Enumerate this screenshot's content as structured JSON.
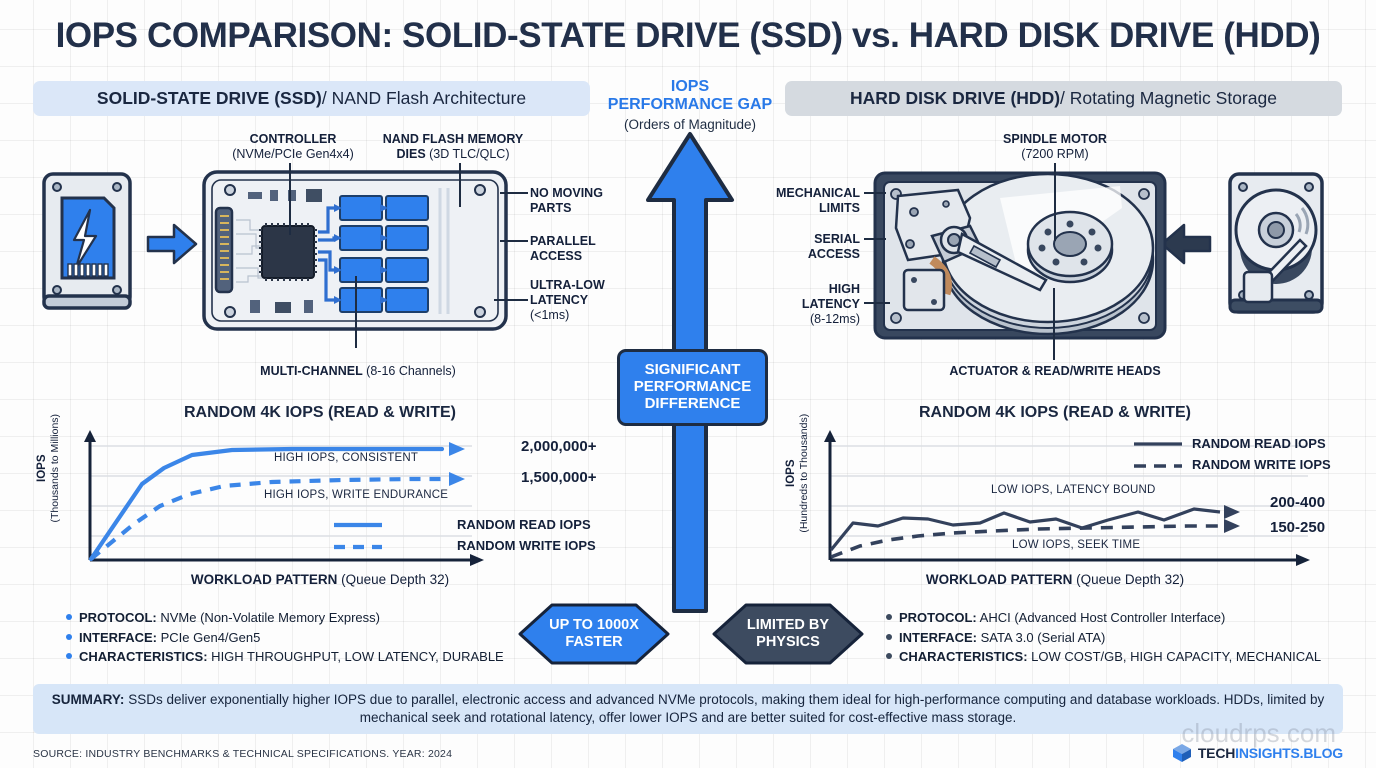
{
  "title": "IOPS COMPARISON: SOLID-STATE DRIVE (SSD) vs. HARD DISK DRIVE (HDD)",
  "ssd_header": {
    "bold": "SOLID-STATE DRIVE (SSD)",
    "sub": " / NAND Flash Architecture"
  },
  "hdd_header": {
    "bold": "HARD DISK DRIVE (HDD)",
    "sub": " / Rotating Magnetic Storage"
  },
  "gap": {
    "line1": "IOPS",
    "line2": "PERFORMANCE GAP",
    "line3": "(Orders of Magnitude)",
    "badge": "SIGNIFICANT PERFORMANCE DIFFERENCE"
  },
  "ssd_diagram": {
    "controller_title": "CONTROLLER",
    "controller_sub": "(NVMe/PCIe Gen4x4)",
    "nand_title": "NAND FLASH MEMORY",
    "nand_sub_bold": "DIES",
    "nand_sub": " (3D TLC/QLC)",
    "multichannel_bold": "MULTI-CHANNEL",
    "multichannel_sub": " (8-16 Channels)",
    "callouts": [
      {
        "l1": "NO MOVING",
        "l2": "PARTS",
        "l3": ""
      },
      {
        "l1": "PARALLEL",
        "l2": "ACCESS",
        "l3": ""
      },
      {
        "l1": "ULTRA-LOW",
        "l2": "LATENCY",
        "l3": "(<1ms)"
      }
    ]
  },
  "hdd_diagram": {
    "spindle_title": "SPINDLE MOTOR",
    "spindle_sub": "(7200 RPM)",
    "actuator_label": "ACTUATOR & READ/WRITE HEADS",
    "callouts": [
      {
        "l1": "MECHANICAL",
        "l2": "LIMITS",
        "l3": ""
      },
      {
        "l1": "SERIAL",
        "l2": "ACCESS",
        "l3": ""
      },
      {
        "l1": "HIGH",
        "l2": "LATENCY",
        "l3": "(8-12ms)"
      }
    ]
  },
  "ssd_bullets": [
    {
      "label": "PROTOCOL:",
      "value": " NVMe (Non-Volatile Memory Express)"
    },
    {
      "label": "INTERFACE:",
      "value": " PCIe Gen4/Gen5"
    },
    {
      "label": "CHARACTERISTICS:",
      "value": " HIGH THROUGHPUT, LOW LATENCY, DURABLE"
    }
  ],
  "hdd_bullets": [
    {
      "label": "PROTOCOL:",
      "value": " AHCI (Advanced Host Controller Interface)"
    },
    {
      "label": "INTERFACE:",
      "value": " SATA 3.0 (Serial ATA)"
    },
    {
      "label": "CHARACTERISTICS:",
      "value": " LOW COST/GB, HIGH CAPACITY, MECHANICAL"
    }
  ],
  "banners": {
    "left": "UP TO 1000X FASTER",
    "right": "LIMITED BY PHYSICS"
  },
  "summary": {
    "label": "SUMMARY:",
    "text": " SSDs deliver exponentially higher IOPS due to parallel, electronic access and advanced NVMe protocols, making them ideal for high-performance computing and database workloads. HDDs, limited by mechanical seek and rotational latency, offer lower IOPS and are better suited for cost-effective mass storage."
  },
  "footer": {
    "source": "SOURCE: INDUSTRY BENCHMARKS & TECHNICAL SPECIFICATIONS. YEAR: 2024",
    "brand_a": "TECH",
    "brand_b": "INSIGHTS.BLOG",
    "watermark": "cloudrps.com"
  },
  "colors": {
    "accent_blue": "#2f80ed",
    "dark_navy": "#1e2c42",
    "header_blue_bg": "#dbe7f8",
    "header_gray_bg": "#d5dae0",
    "summary_bg": "#d7e6f8"
  },
  "chart_data": [
    {
      "type": "line",
      "id": "ssd-chart",
      "title": "RANDOM 4K IOPS (READ & WRITE)",
      "xlabel_bold": "WORKLOAD PATTERN",
      "xlabel_sub": " (Queue Depth 32)",
      "ylabel_bold": "IOPS",
      "ylabel_sub": "(Thousands to Millions)",
      "grid": true,
      "legend": [
        "RANDOM READ IOPS",
        "RANDOM WRITE IOPS"
      ],
      "legend_position": "inside-right",
      "annotations": [
        "HIGH IOPS, CONSISTENT",
        "HIGH IOPS, WRITE ENDURANCE"
      ],
      "end_labels": [
        "2,000,000+",
        "1,500,000+"
      ],
      "x": [
        0,
        1,
        2,
        3,
        4,
        5,
        6,
        7,
        8,
        9,
        10,
        11,
        12
      ],
      "ylim": [
        0,
        100
      ],
      "series": [
        {
          "name": "RANDOM READ IOPS",
          "style": "solid",
          "color": "#3b86e8",
          "end_label": "2,000,000+",
          "values": [
            0,
            42,
            70,
            82,
            86,
            88,
            89,
            89.5,
            90,
            90,
            90,
            90,
            90
          ]
        },
        {
          "name": "RANDOM WRITE IOPS",
          "style": "dashed",
          "color": "#3b86e8",
          "end_label": "1,500,000+",
          "values": [
            0,
            19,
            33,
            44,
            52,
            57,
            60,
            62,
            63,
            64,
            64.5,
            65,
            65
          ]
        }
      ]
    },
    {
      "type": "line",
      "id": "hdd-chart",
      "title": "RANDOM 4K IOPS (READ & WRITE)",
      "xlabel_bold": "WORKLOAD PATTERN",
      "xlabel_sub": " (Queue Depth 32)",
      "ylabel_bold": "IOPS",
      "ylabel_sub": "(Hundreds to Thousands)",
      "grid": true,
      "legend": [
        "RANDOM READ IOPS",
        "RANDOM WRITE IOPS"
      ],
      "legend_position": "top-right",
      "annotations": [
        "LOW IOPS, LATENCY BOUND",
        "LOW IOPS, SEEK TIME"
      ],
      "end_labels": [
        "200-400",
        "150-250"
      ],
      "x": [
        0,
        1,
        2,
        3,
        4,
        5,
        6,
        7,
        8,
        9,
        10,
        11,
        12,
        13,
        14,
        15,
        16
      ],
      "ylim": [
        0,
        100
      ],
      "series": [
        {
          "name": "RANDOM READ IOPS",
          "style": "solid",
          "color": "#33415c",
          "end_label": "200-400",
          "values": [
            13,
            31,
            28,
            36,
            35,
            30,
            32,
            41,
            34,
            36,
            28,
            35,
            41,
            35,
            45,
            39,
            44
          ]
        },
        {
          "name": "RANDOM WRITE IOPS",
          "style": "dashed",
          "color": "#33415c",
          "end_label": "150-250",
          "values": [
            4,
            10,
            14,
            17,
            19,
            20,
            21,
            22,
            22.5,
            23,
            23.5,
            24,
            24.5,
            25,
            25.5,
            26,
            26
          ]
        }
      ]
    }
  ]
}
